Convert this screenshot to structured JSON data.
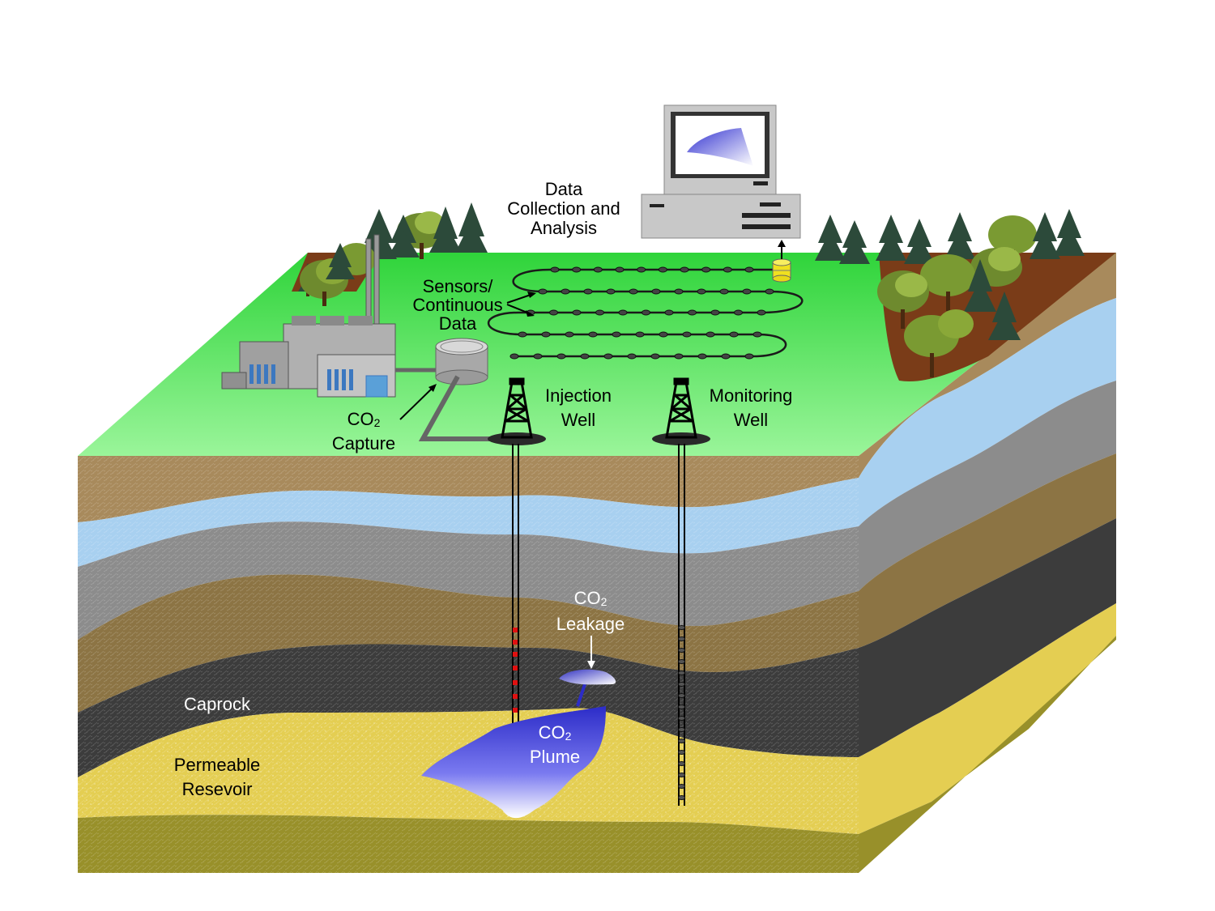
{
  "labels": {
    "data_collection": [
      "Data",
      "Collection and",
      "Analysis"
    ],
    "sensors": [
      "Sensors/",
      "Continuous",
      "Data"
    ],
    "injection_well": [
      "Injection",
      "Well"
    ],
    "monitoring_well": [
      "Monitoring",
      "Well"
    ],
    "co2_capture": {
      "co": "CO",
      "sub": "2",
      "line2": "Capture"
    },
    "co2_leakage": {
      "co": "CO",
      "sub": "2",
      "line2": "Leakage"
    },
    "co2_plume": {
      "co": "CO",
      "sub": "2",
      "line2": "Plume"
    },
    "caprock": "Caprock",
    "reservoir": [
      "Permeable",
      "Resevoir"
    ]
  },
  "colors": {
    "grass": "#33dd44",
    "soil": "#a08058",
    "aquifer": "#a8d0f0",
    "gray_rock": "#8a8a8a",
    "sandstone": "#8a7040",
    "caprock": "#3c3c3c",
    "reservoir": "#e2cc50",
    "basement": "#98902a",
    "plume": "#3a3ad0"
  },
  "icons": [
    "power-plant-icon",
    "capture-tank-icon",
    "computer-icon",
    "derrick-icon",
    "sensor-node-icon",
    "data-canister-icon",
    "tree-icon"
  ]
}
